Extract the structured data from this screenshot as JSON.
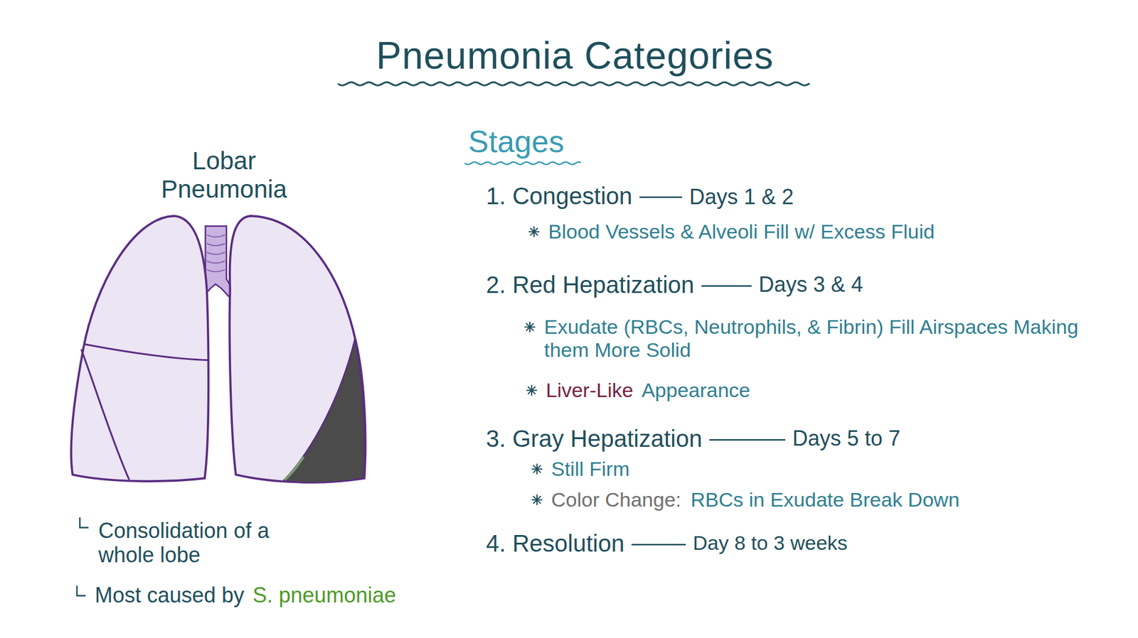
{
  "diagram": {
    "title": "Pneumonia Categories",
    "labels": [
      "Lobar Pneumonia",
      "Consolidation of a whole lobe",
      "Most caused by",
      "S. pneumoniae",
      "Stages",
      "1. Congestion",
      "Days 1 & 2",
      "Blood Vessels & Alveoli Fill w/ Excess Fluid",
      "2. Red Hepatization",
      "Days 3 & 4",
      "Exudate (RBCs, Neutrophils, & Fibrin) Fill Airspaces Making them More Solid",
      "Liver-Like",
      "Appearance",
      "3. Gray Hepatization",
      "Days 5 to 7",
      "Still Firm",
      "Color Change:",
      "RBCs in Exudate Break Down",
      "4. Resolution",
      "Day 8 to 3 weeks"
    ]
  }
}
